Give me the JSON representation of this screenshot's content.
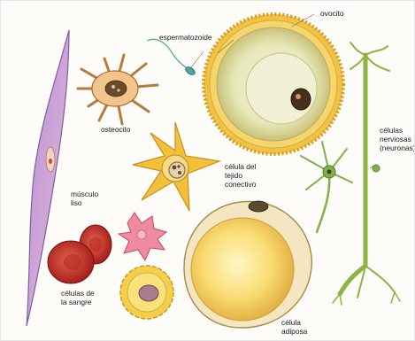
{
  "labels": {
    "ovocito": "ovocito",
    "espermatozoide": "espermatozoide",
    "osteocito": "osteocito",
    "celula_tejido_conectivo": "célula del\ntejido\nconectivo",
    "musculo_liso": "músculo\nliso",
    "celulas_nerviosas": "células\nnerviosas\n(neuronas)",
    "celulas_sangre": "células de\nla sangre",
    "celula_adiposa": "célula\nadiposa"
  },
  "colors": {
    "muscle": "#c9a0d8",
    "osteocyte": "#f2c38a",
    "connective": "#f0c040",
    "ovocyte_outer": "#f3c94a",
    "ovocyte_inner": "#e8ecbe",
    "neuron": "#b7d56a",
    "neuron_green": "#7fb04a",
    "blood_red": "#c9281e",
    "platelet_pink": "#ef8aa0",
    "adipose": "#f6d35a"
  }
}
